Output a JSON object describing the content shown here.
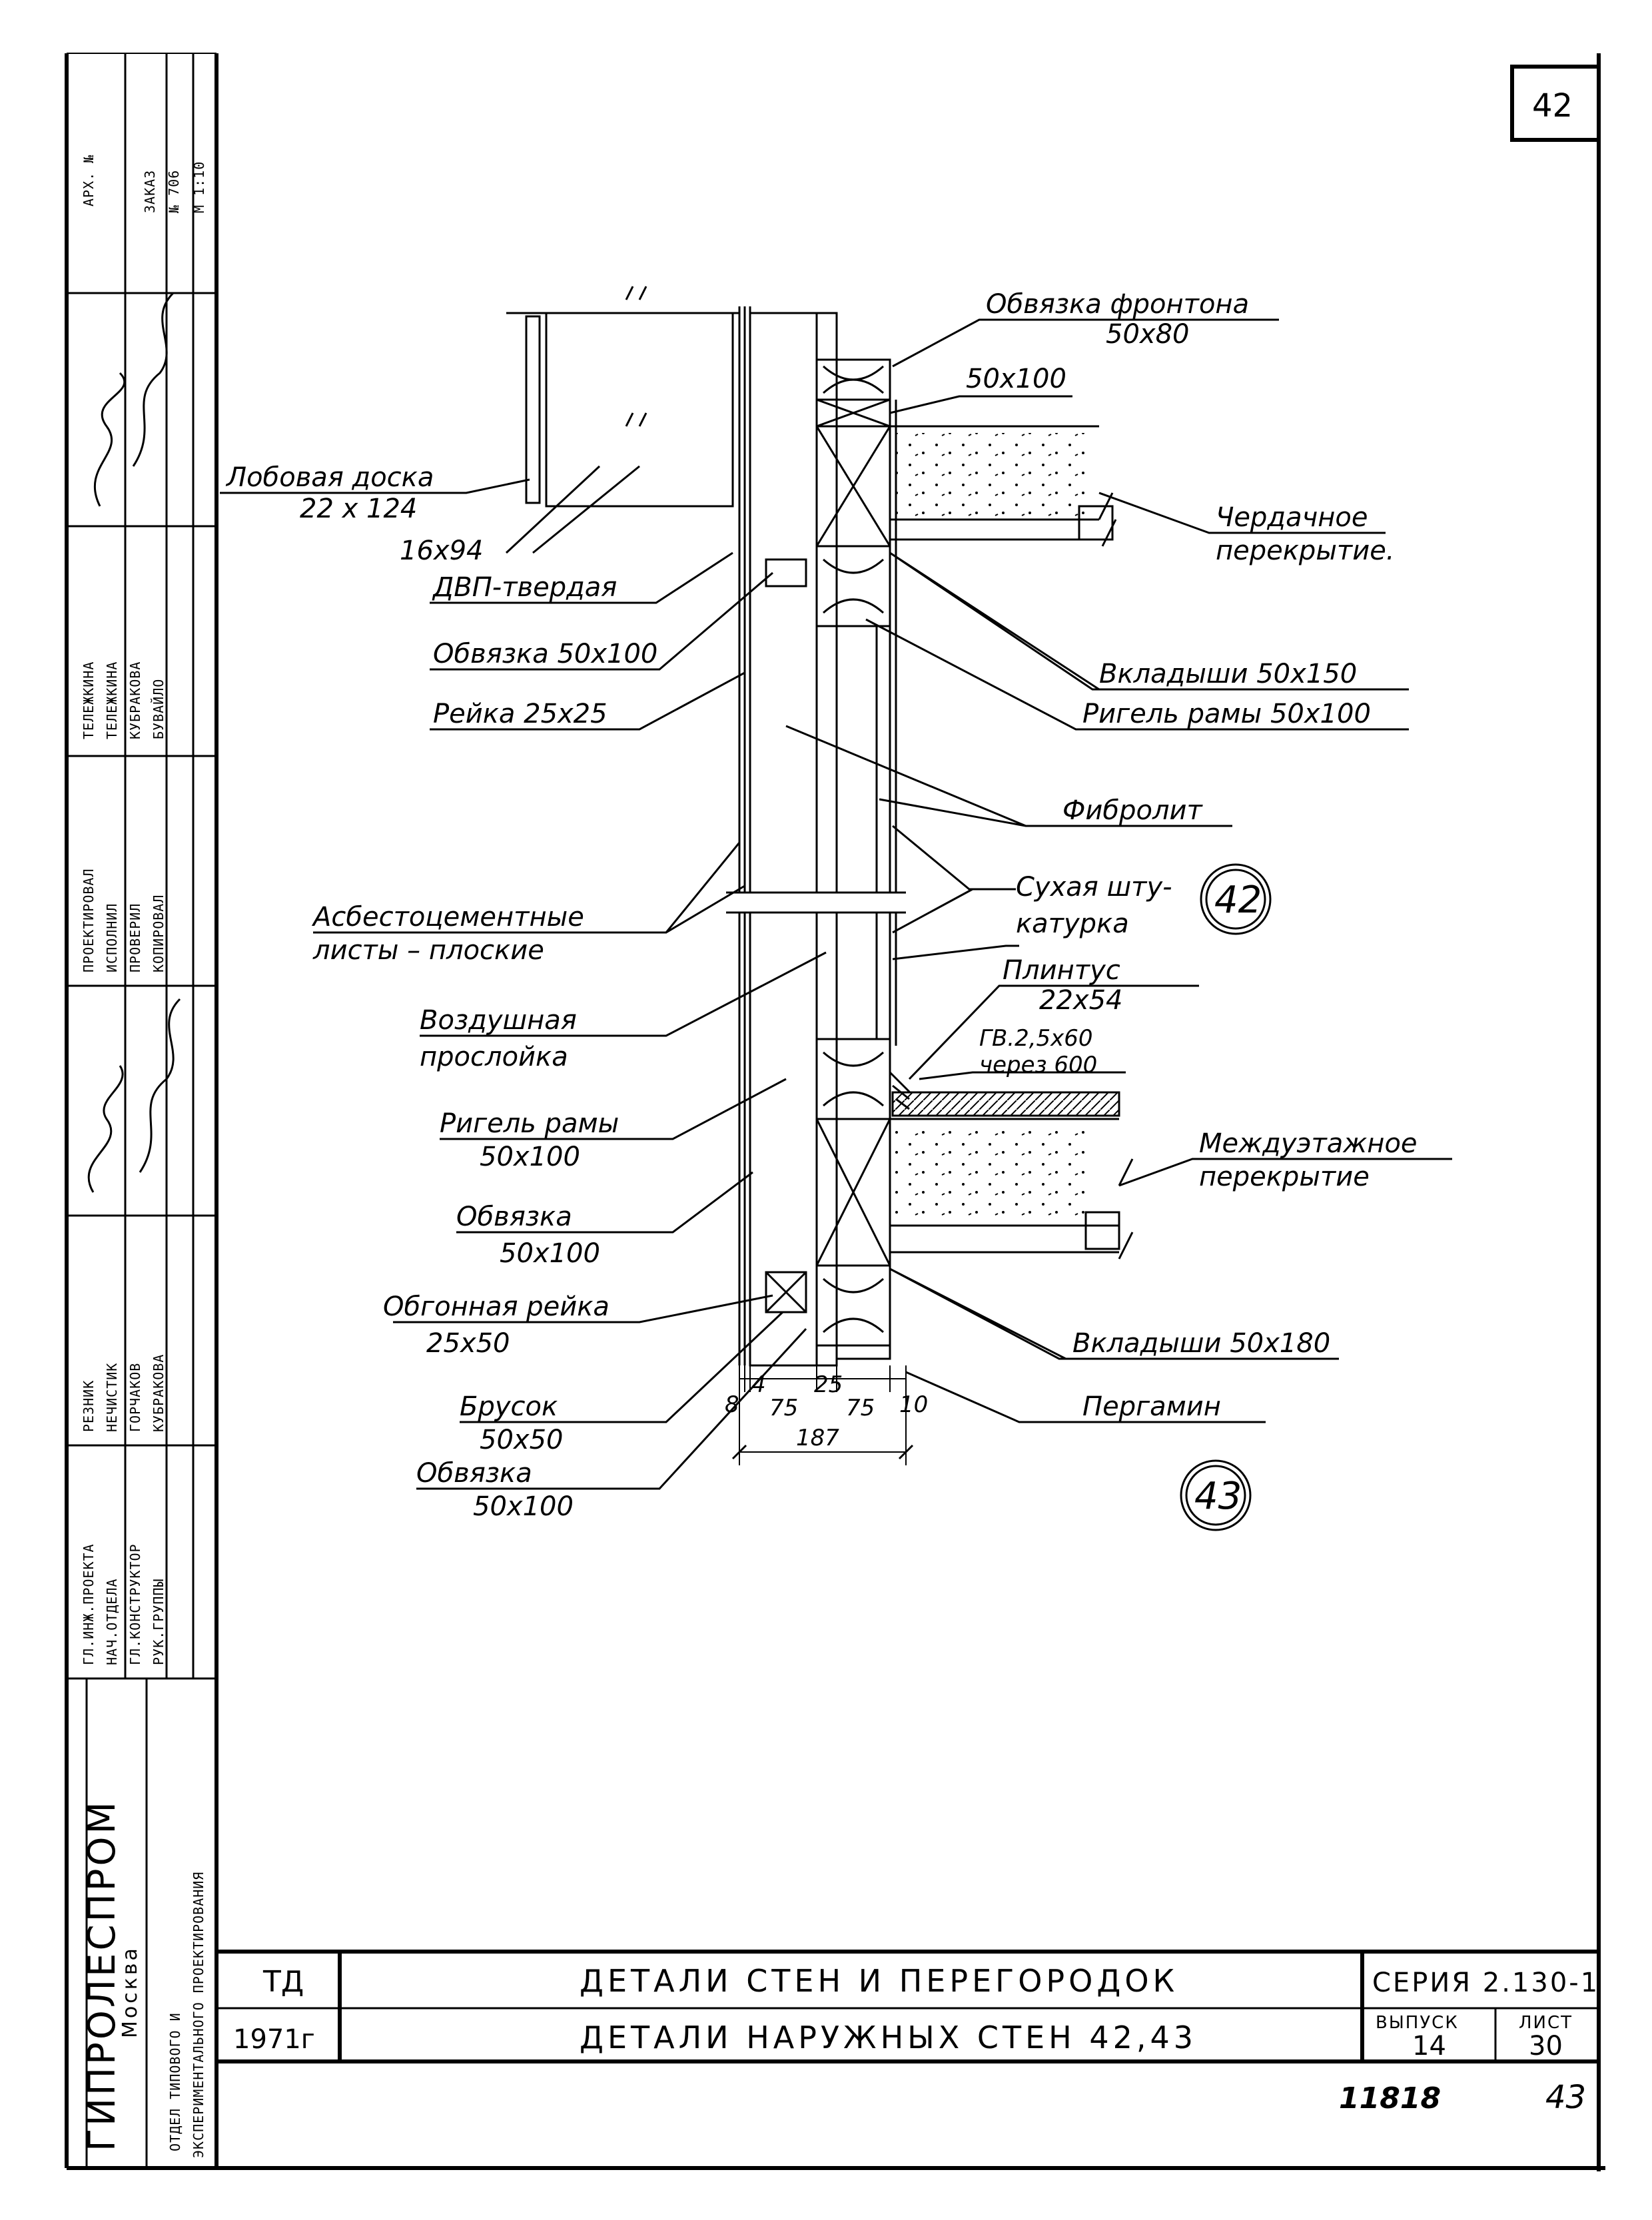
{
  "sheet_number": "42",
  "side_stamp": {
    "archive": "АРХ. №",
    "order": "ЗАКАЗ",
    "order_no": "№ 706",
    "scale": "М 1:10",
    "roles": [
      "ГЛ.ИНЖ.ПРОЕКТА",
      "НАЧ.ОТДЕЛА",
      "ГЛ.КОНСТРУКТОР",
      "РУК.ГРУППЫ",
      "ПРОЕКТИРОВАЛ",
      "ИСПОЛНИЛ",
      "ПРОВЕРИЛ",
      "КОПИРОВАЛ"
    ],
    "names": [
      "РЕЗНИК",
      "НЕЧИСТИК",
      "ГОРЧАКОВ",
      "КУБРАКОВА",
      "ТЕЛЕЖКИНА",
      "ТЕЛЕЖКИНА",
      "КУБРАКОВА",
      "БУВАЙЛО"
    ],
    "org": "ГИПРОЛЕСПРОМ",
    "city": "Москва",
    "dept_line1": "ОТДЕЛ ТИПОВОГО И",
    "dept_line2": "ЭКСПЕРИМЕНТАЛЬНОГО ПРОЕКТИРОВАНИЯ"
  },
  "labels": {
    "obvyazka_frontona": "Обвязка фронтона",
    "obvyazka_frontona_size": "50х80",
    "size_50x100": "50х100",
    "lobovaya_doska": "Лобовая доска",
    "lobovaya_doska_size": "22 х 124",
    "size_16x94": "16х94",
    "dvp": "ДВП-твердая",
    "cherdachnoe": "Чердачное",
    "cherdachnoe2": "перекрытие.",
    "obvyazka_50x100": "Обвязка 50х100",
    "vkladyshi_150": "Вкладыши 50х150",
    "reika": "Рейка 25х25",
    "rigel_ramy_top": "Ригель рамы 50х100",
    "fibrolit": "Фибролит",
    "suhaya1": "Сухая шту-",
    "suhaya2": "катурка",
    "asbest1": "Асбестоцементные",
    "asbest2": "листы – плоские",
    "plintus": "Плинтус",
    "plintus_size": "22х54",
    "gvozdi": "ГВ.2,5х60",
    "cherez": "через 600",
    "vozdushnaya1": "Воздушная",
    "vozdushnaya2": "прослойка",
    "rigel_ramy": "Ригель рамы",
    "rigel_ramy_size": "50х100",
    "mezhduetazhnoe1": "Междуэтажное",
    "mezhduetazhnoe2": "перекрытие",
    "obvyazka": "Обвязка",
    "obvyazka_size": "50х100",
    "obgonnaya": "Обгонная рейка",
    "obgonnaya_size": "25х50",
    "vkladyshi_180": "Вкладыши 50х180",
    "brusok": "Брусок",
    "brusok_size": "50х50",
    "pergamin": "Пергамин",
    "obvyazka2": "Обвязка",
    "obvyazka2_size": "50х100"
  },
  "dims": [
    "8",
    "4",
    "75",
    "25",
    "75",
    "10",
    "187"
  ],
  "circles": [
    "42",
    "43"
  ],
  "title_block": {
    "code": "ТД",
    "year": "1971г",
    "title1": "ДЕТАЛИ СТЕН И ПЕРЕГОРОДОК",
    "title2": "ДЕТАЛИ НАРУЖНЫХ СТЕН 42,43",
    "series": "СЕРИЯ 2.130-1",
    "issue_label": "ВЫПУСК",
    "issue": "14",
    "sheet_label": "ЛИСТ",
    "sheet": "30"
  },
  "footer_left": "11818",
  "footer_right": "43"
}
